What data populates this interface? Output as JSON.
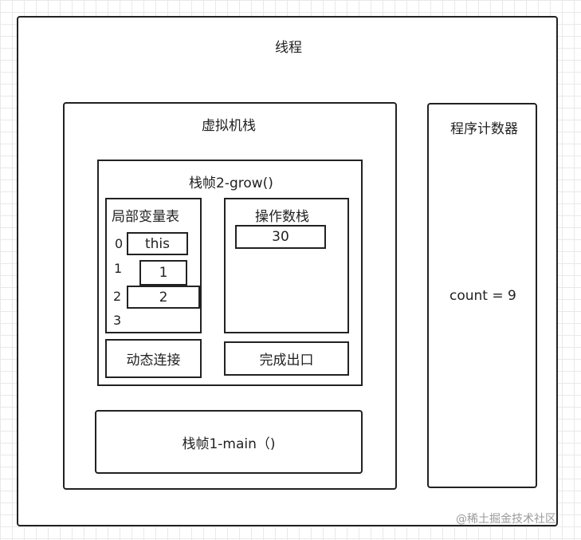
{
  "thread": {
    "title": "线程"
  },
  "vm_stack": {
    "title": "虚拟机栈",
    "frame2": {
      "title": "栈帧2-grow()",
      "local_vars": {
        "title": "局部变量表",
        "indices": [
          "0",
          "1",
          "2",
          "3"
        ],
        "slots": [
          "this",
          "1",
          "2"
        ]
      },
      "operand_stack": {
        "title": "操作数栈",
        "values": [
          "30"
        ]
      },
      "dynamic_link": "动态连接",
      "return_address": "完成出口"
    },
    "frame1": {
      "title": "栈帧1-main（)"
    }
  },
  "pc_register": {
    "title": "程序计数器",
    "value": "count = 9"
  },
  "watermark": "@稀土掘金技术社区"
}
